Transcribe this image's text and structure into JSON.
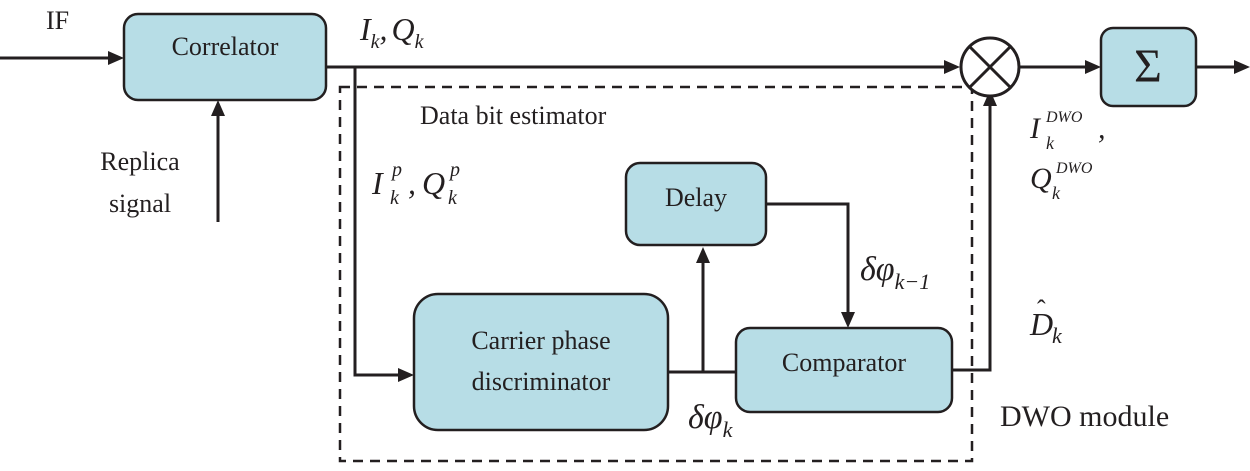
{
  "diagram": {
    "blocks": {
      "correlator": "Correlator",
      "delay": "Delay",
      "carrier_line1": "Carrier phase",
      "carrier_line2": "discriminator",
      "comparator": "Comparator",
      "sum_symbol": "Σ",
      "multiplier_symbol": "⊗"
    },
    "labels": {
      "if_input": "IF",
      "replica_line1": "Replica",
      "replica_line2": "signal",
      "data_bit_estimator": "Data bit estimator",
      "dwo_module": "DWO module"
    },
    "math": {
      "iq": {
        "I": "I",
        "k": "k",
        "sep": ",",
        "Q": "Q",
        "k2": "k"
      },
      "iq_p": {
        "I": "I",
        "k": "k",
        "p": "p",
        "sep": ",",
        "Q": "Q",
        "k2": "k",
        "p2": "p"
      },
      "dwo": {
        "I": "I",
        "k": "k",
        "sup": "DWO",
        "comma": ",",
        "Q": "Q",
        "k2": "k",
        "sup2": "DWO"
      },
      "dphi_prev": {
        "main": "δφ",
        "sub": "k−1"
      },
      "dphi": {
        "main": "δφ",
        "sub": "k"
      },
      "dhat": {
        "main": "D",
        "hat": "ˆ",
        "sub": "k"
      }
    }
  }
}
